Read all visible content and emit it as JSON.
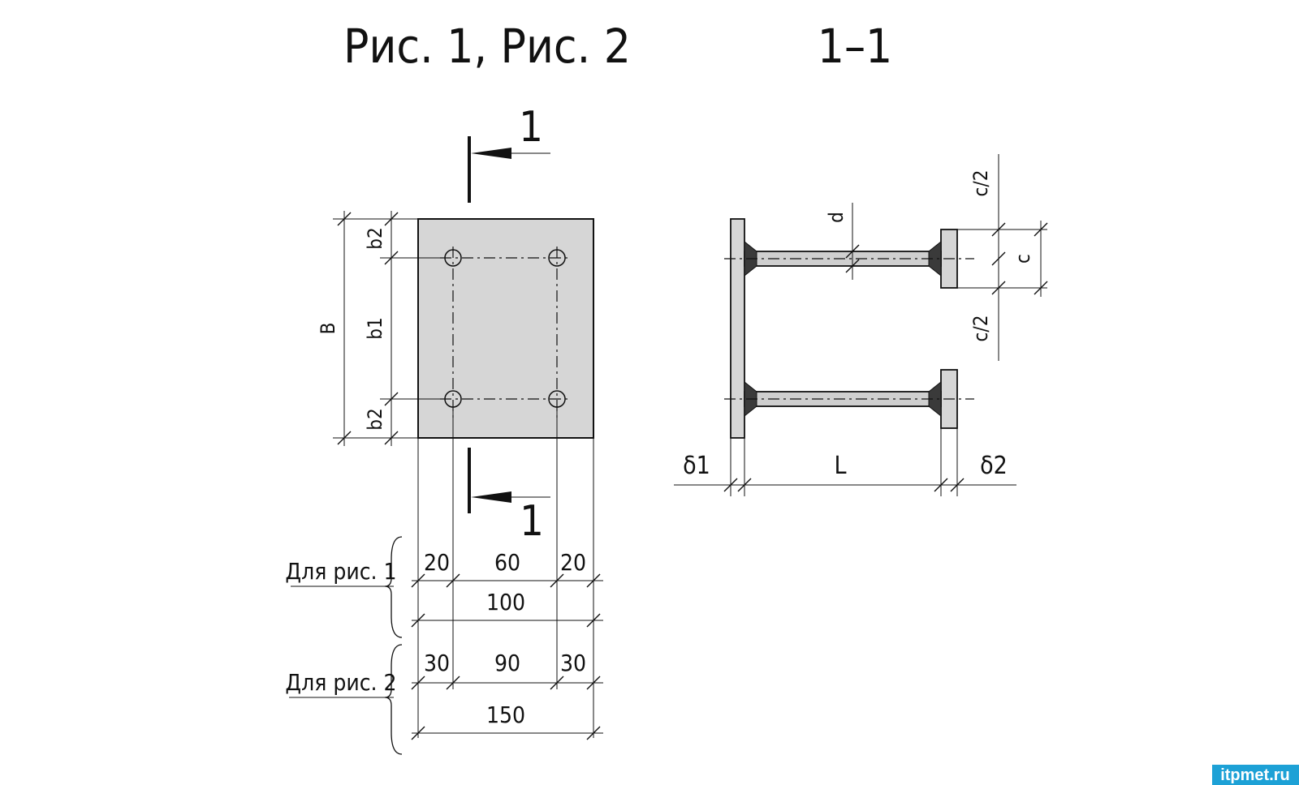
{
  "titles": {
    "left": "Рис. 1, Рис. 2",
    "right": "1–1"
  },
  "plan": {
    "section_mark_top": "1",
    "section_mark_bottom": "1",
    "dim_B": "B",
    "dim_b1": "b1",
    "dim_b2_top": "b2",
    "dim_b2_bottom": "b2"
  },
  "dimension_rows": {
    "fig1": {
      "label": "Для рис. 1",
      "segments": [
        "20",
        "60",
        "20"
      ],
      "total": "100"
    },
    "fig2": {
      "label": "Для рис. 2",
      "segments": [
        "30",
        "90",
        "30"
      ],
      "total": "150"
    }
  },
  "section": {
    "dim_delta1": "δ1",
    "dim_L": "L",
    "dim_delta2": "δ2",
    "dim_d": "d",
    "dim_c": "c",
    "dim_c2_top": "c/2",
    "dim_c2_bottom": "c/2"
  },
  "watermark": "itpmet.ru",
  "colors": {
    "plate_fill": "#d6d6d6",
    "weld_fill": "#3a3a3a",
    "badge": "#1da1d6"
  }
}
